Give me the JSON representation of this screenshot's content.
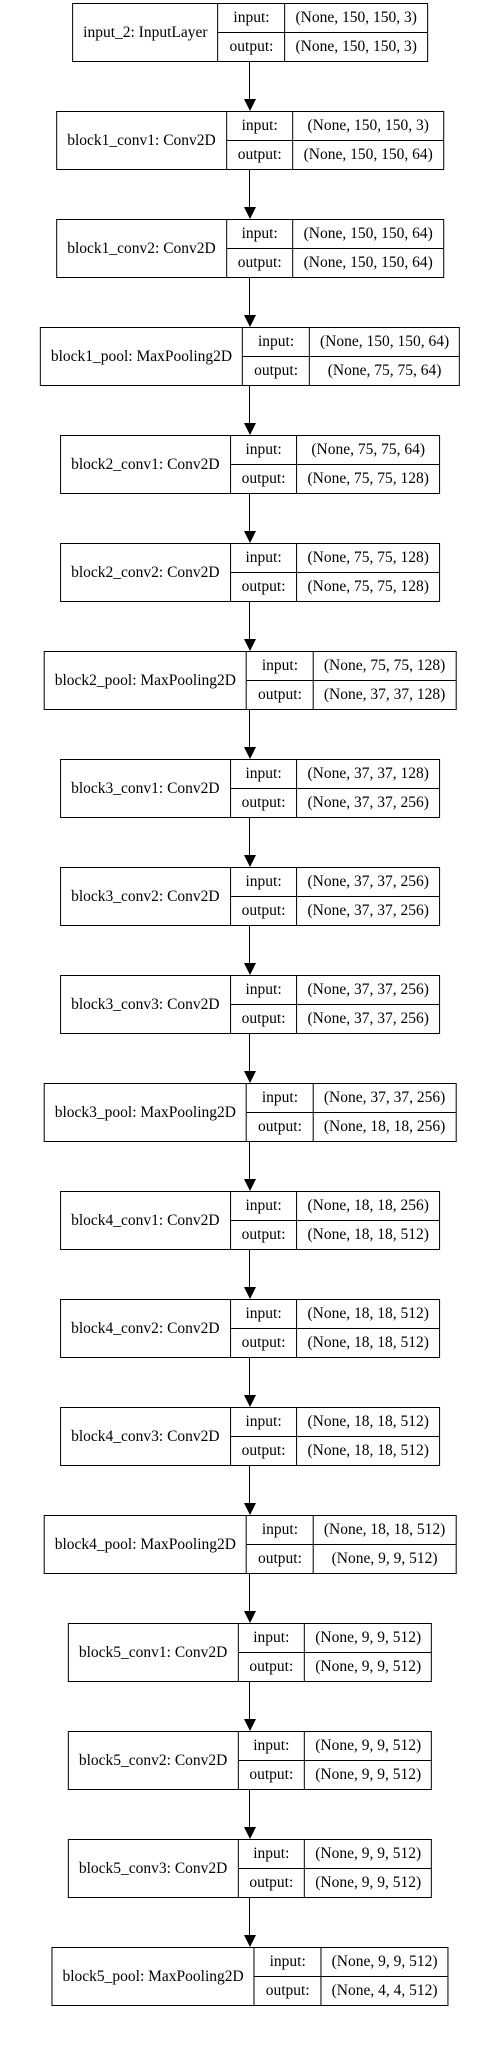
{
  "diagram": {
    "io_labels": {
      "input": "input:",
      "output": "output:"
    },
    "layers": [
      {
        "name": "input_2: InputLayer",
        "input": "(None, 150, 150, 3)",
        "output": "(None, 150, 150, 3)"
      },
      {
        "name": "block1_conv1: Conv2D",
        "input": "(None, 150, 150, 3)",
        "output": "(None, 150, 150, 64)"
      },
      {
        "name": "block1_conv2: Conv2D",
        "input": "(None, 150, 150, 64)",
        "output": "(None, 150, 150, 64)"
      },
      {
        "name": "block1_pool: MaxPooling2D",
        "input": "(None, 150, 150, 64)",
        "output": "(None, 75, 75, 64)"
      },
      {
        "name": "block2_conv1: Conv2D",
        "input": "(None, 75, 75, 64)",
        "output": "(None, 75, 75, 128)"
      },
      {
        "name": "block2_conv2: Conv2D",
        "input": "(None, 75, 75, 128)",
        "output": "(None, 75, 75, 128)"
      },
      {
        "name": "block2_pool: MaxPooling2D",
        "input": "(None, 75, 75, 128)",
        "output": "(None, 37, 37, 128)"
      },
      {
        "name": "block3_conv1: Conv2D",
        "input": "(None, 37, 37, 128)",
        "output": "(None, 37, 37, 256)"
      },
      {
        "name": "block3_conv2: Conv2D",
        "input": "(None, 37, 37, 256)",
        "output": "(None, 37, 37, 256)"
      },
      {
        "name": "block3_conv3: Conv2D",
        "input": "(None, 37, 37, 256)",
        "output": "(None, 37, 37, 256)"
      },
      {
        "name": "block3_pool: MaxPooling2D",
        "input": "(None, 37, 37, 256)",
        "output": "(None, 18, 18, 256)"
      },
      {
        "name": "block4_conv1: Conv2D",
        "input": "(None, 18, 18, 256)",
        "output": "(None, 18, 18, 512)"
      },
      {
        "name": "block4_conv2: Conv2D",
        "input": "(None, 18, 18, 512)",
        "output": "(None, 18, 18, 512)"
      },
      {
        "name": "block4_conv3: Conv2D",
        "input": "(None, 18, 18, 512)",
        "output": "(None, 18, 18, 512)"
      },
      {
        "name": "block4_pool: MaxPooling2D",
        "input": "(None, 18, 18, 512)",
        "output": "(None, 9, 9, 512)"
      },
      {
        "name": "block5_conv1: Conv2D",
        "input": "(None, 9, 9, 512)",
        "output": "(None, 9, 9, 512)"
      },
      {
        "name": "block5_conv2: Conv2D",
        "input": "(None, 9, 9, 512)",
        "output": "(None, 9, 9, 512)"
      },
      {
        "name": "block5_conv3: Conv2D",
        "input": "(None, 9, 9, 512)",
        "output": "(None, 9, 9, 512)"
      },
      {
        "name": "block5_pool: MaxPooling2D",
        "input": "(None, 9, 9, 512)",
        "output": "(None, 4, 4, 512)"
      }
    ]
  }
}
